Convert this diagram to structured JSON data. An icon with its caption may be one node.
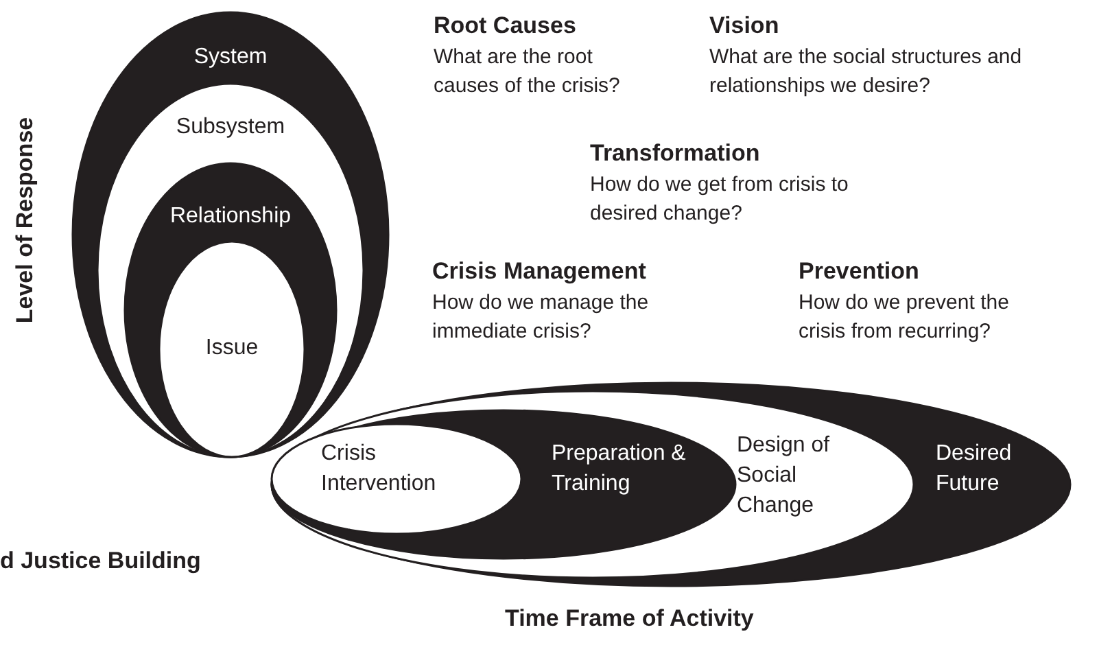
{
  "diagram": {
    "nodes": [
      {
        "text": [
          "System"
        ]
      },
      {
        "text": [
          "Subsystem"
        ],
        "in": 0
      },
      {
        "text": [
          "Relationship"
        ],
        "in": 1
      },
      {
        "text": [
          "Issue"
        ],
        "in": 2
      },
      {
        "text": [
          "Desired Future"
        ]
      },
      {
        "text": [
          "Design of Social Change"
        ],
        "in": 4
      },
      {
        "text": [
          "Preparation & Training"
        ],
        "in": 5
      },
      {
        "text": [
          "Crisis Intervention"
        ],
        "in": 6
      }
    ],
    "edges": [],
    "labels": [
      "Root Causes",
      "What are the root causes of the crisis?",
      "Vision",
      "What are the social structures and relationships we desire?",
      "Transformation",
      "How do we get from crisis to desired change?",
      "Crisis Management",
      "How do we manage the immediate crisis?",
      "Prevention",
      "How do we prevent the crisis from recurring?",
      "Level of Response",
      "d Justice Building",
      "Time Frame of Activity"
    ]
  }
}
